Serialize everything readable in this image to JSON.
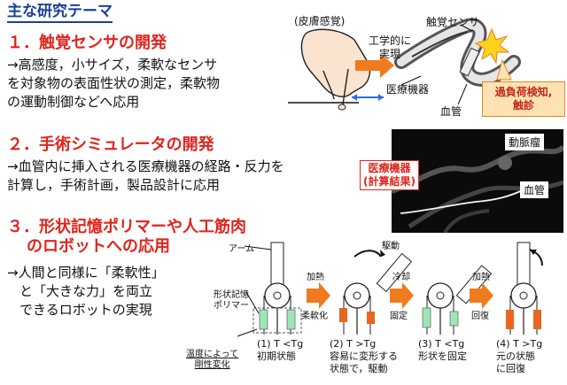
{
  "title": "主な研究テーマ",
  "section1": {
    "heading": "１．触覚センサの開発",
    "lines": [
      "→高感度，小サイズ，柔軟なセンサ",
      "を対象物の表面性状の測定，柔軟物",
      "の運動制御などへ応用"
    ]
  },
  "section2": {
    "heading": "２．手術シミュレータの開発",
    "lines": [
      "→血管内に挿入される医療機器の経路・反力を",
      "計算し，手術計画，製品設計に応用"
    ]
  },
  "section3": {
    "heading_lines": [
      "３．形状記憶ポリマーや人工筋肉",
      "のロボットへの応用"
    ],
    "lines": [
      "→人間と同様に「柔軟性」",
      "と「大きな力」を両立",
      "できるロボットの実現"
    ]
  },
  "sensor_figure": {
    "skin_sense": "(皮膚感覚)",
    "engineering": [
      "工学的に",
      "実現"
    ],
    "tactile_sensor": "触覚センサ",
    "medical_device": "医療機器",
    "vessel": "血管",
    "overload": [
      "過負荷検知,",
      "触診"
    ]
  },
  "simulation_figure": {
    "aneurysm": "動脈瘤",
    "medical_device": [
      "医療機器",
      "(計算結果)"
    ],
    "vessel": "血管"
  },
  "robot_figure": {
    "arm": "アーム",
    "drive": "駆動",
    "heating": "加熱",
    "cooling": "冷却",
    "heating2": "加熱",
    "smp": [
      "形状記憶",
      "ポリマー"
    ],
    "softening": "柔軟化",
    "fix": "固定",
    "recover": "回復",
    "temp_change": [
      "温度によって",
      "剛性変化"
    ],
    "steps": [
      {
        "cond": "(1) T <Tg",
        "desc": [
          "初期状態"
        ]
      },
      {
        "cond": "(2) T >Tg",
        "desc": [
          "容易に変形する",
          "状態で，駆動"
        ]
      },
      {
        "cond": "(3) T <Tg",
        "desc": [
          "形状を固定"
        ]
      },
      {
        "cond": "(4) T >Tg",
        "desc": [
          "元の状態",
          "に回復"
        ]
      }
    ]
  },
  "colors": {
    "title_blue": "#1c3e9c",
    "heading_red": "#e0241b",
    "arrow_orange": "#f07a1e",
    "soft_green": "#9fe6b7",
    "stiff_orange": "#e8661f"
  }
}
